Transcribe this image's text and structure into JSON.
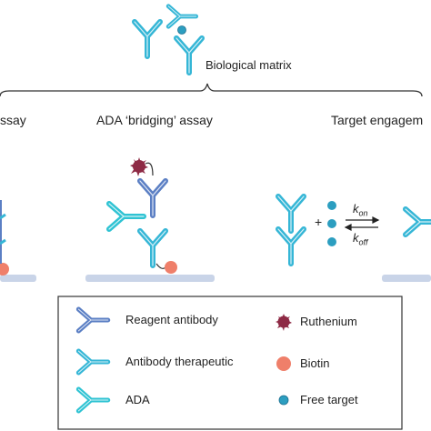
{
  "top": {
    "label": "Biological matrix"
  },
  "assays": {
    "left_partial": "ssay",
    "middle": "ADA ‘bridging’ assay",
    "right_partial": "Target engagem"
  },
  "kinetics": {
    "k_on_main": "k",
    "k_on_sub": "on",
    "k_off_main": "k",
    "k_off_sub": "off",
    "plus": "+"
  },
  "legend": {
    "items": [
      {
        "label": "Reagent antibody",
        "icon": "reagent-antibody-icon"
      },
      {
        "label": "Antibody therapeutic",
        "icon": "antibody-therapeutic-icon"
      },
      {
        "label": "ADA",
        "icon": "ada-icon"
      },
      {
        "label": "Ruthenium",
        "icon": "ruthenium-icon"
      },
      {
        "label": "Biotin",
        "icon": "biotin-icon"
      },
      {
        "label": "Free target",
        "icon": "free-target-icon"
      }
    ]
  },
  "colors": {
    "reagent": "#5b7fc4",
    "therapeutic": "#35b6d6",
    "ada": "#2fc3d3",
    "ruthenium": "#8e2a45",
    "biotin": "#ef7f6a",
    "free_target": "#2c9ec0",
    "surface": "#c9d4e8"
  }
}
